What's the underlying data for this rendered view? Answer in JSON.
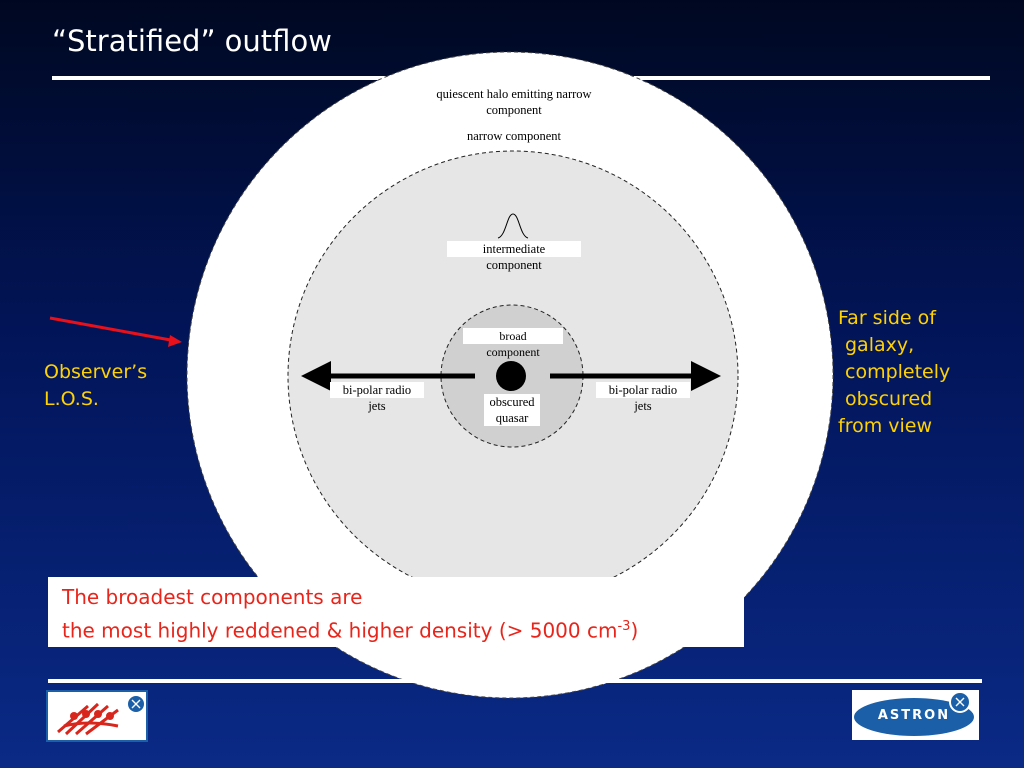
{
  "slide": {
    "title": "“Stratified” outflow"
  },
  "diagram": {
    "outer_label_line1": "quiescent halo emitting narrow",
    "outer_label_line2": "component",
    "narrow_label": "narrow component",
    "intermediate_line1": "intermediate",
    "intermediate_line2": "component",
    "broad_line1": "broad",
    "broad_line2": "component",
    "jet_left_line1": "bi-polar radio",
    "jet_left_line2": "jets",
    "jet_right_line1": "bi-polar radio",
    "jet_right_line2": "jets",
    "quasar_line1": "obscured",
    "quasar_line2": "quasar"
  },
  "annotations": {
    "observer_line1": "Observer’s",
    "observer_line2": "L.O.S.",
    "farside_line1": "Far side of",
    "farside_line2": "galaxy,",
    "farside_line3": "completely",
    "farside_line4": "obscured",
    "farside_line5": "from view"
  },
  "callout": {
    "line1": "The broadest components are",
    "line2_prefix": "the most highly reddened & higher density (> 5000 cm",
    "line2_sup": "-3",
    "line2_suffix": ")"
  },
  "logos": {
    "right_logo_text": "ASTRON"
  },
  "colors": {
    "background_top": "#000821",
    "background_bottom": "#0a2a86",
    "highlight_yellow": "#ffd200",
    "callout_red": "#e8251b",
    "arrow_red": "#e8101a",
    "astron_blue": "#1a5fa8"
  }
}
